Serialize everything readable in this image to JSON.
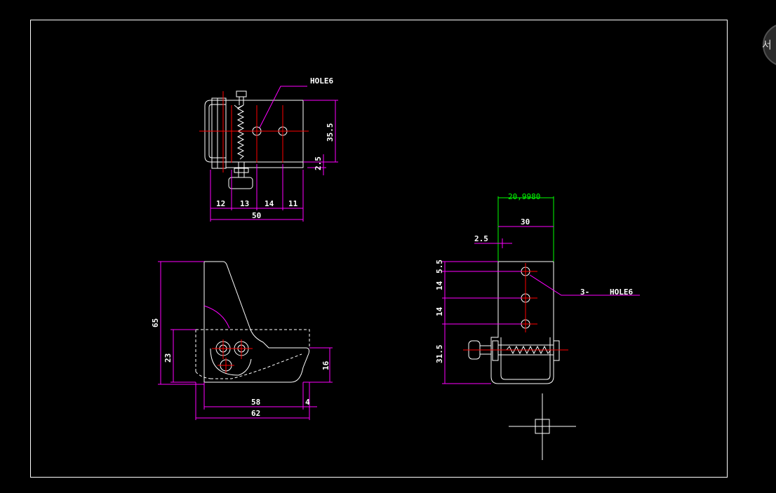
{
  "drawing": {
    "view_top": {
      "callout": "HOLE6",
      "dims": {
        "height_35_5": "35.5",
        "offset_2_5": "2.5",
        "w12": "12",
        "w13": "13",
        "w14": "14",
        "w11": "11",
        "total_50": "50"
      }
    },
    "view_front": {
      "dims": {
        "h65": "65",
        "h23": "23",
        "h16": "16",
        "w58": "58",
        "w4": "4",
        "w62": "62"
      }
    },
    "view_side": {
      "dims": {
        "top_value": "20,9980",
        "w30": "30",
        "w2_5": "2.5",
        "h5_5": "5.5",
        "h14a": "14",
        "h14b": "14",
        "h31_5": "31.5"
      },
      "callout_count": "3-",
      "callout_label": "HOLE6"
    }
  },
  "overlay": {
    "nav_button_glyph": "서"
  },
  "colors": {
    "background": "#000000",
    "geometry": "#ffffff",
    "dimension": "#ff00ff",
    "center_line": "#ff0000",
    "highlight_dim": "#00ff00"
  }
}
